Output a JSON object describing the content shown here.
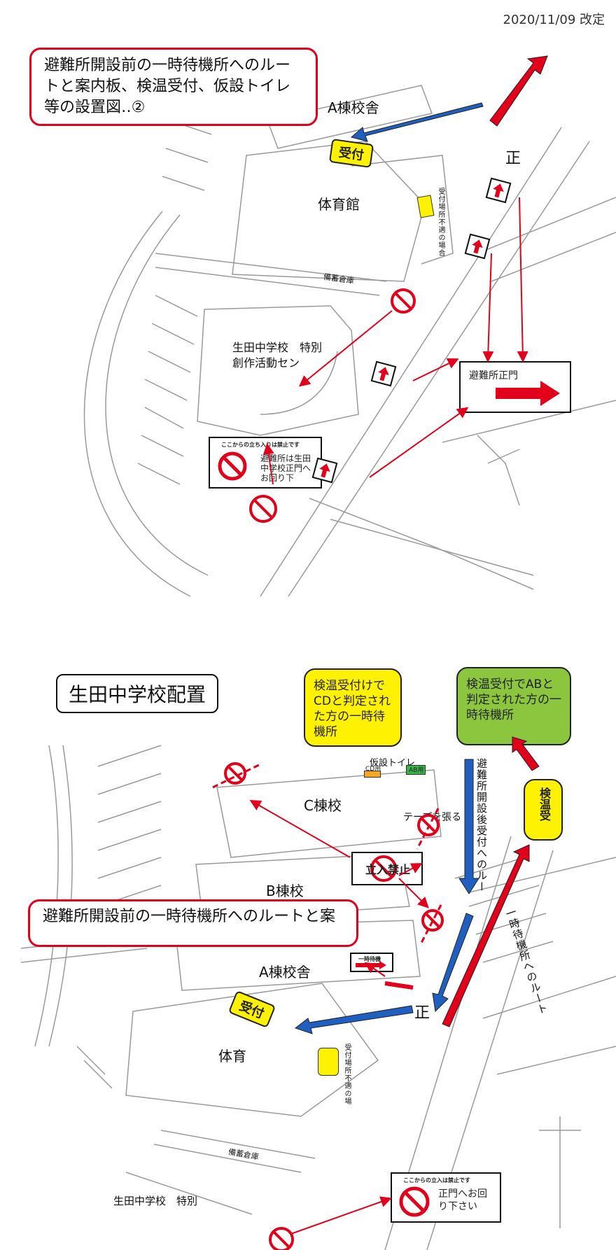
{
  "header": {
    "date": "2020/11/09 改定"
  },
  "map1": {
    "title": "避難所開設前の一時待機所へのルートと案内板、検温受付、仮設トイレ等の設置図‥②",
    "building_a": "A棟校舎",
    "gate": "正",
    "reception": "受付",
    "gym": "体育館",
    "alt_reception_note": "受付場所不適の場合",
    "storage": "備蓄倉庫",
    "school_building": "生田中学校　特別創作活動セン",
    "shelter_gate_sign": "避難所正門",
    "no_entry_header": "ここからの立ち入りは禁止です",
    "no_entry_text": "避難所は生田中学校正門へお回り下"
  },
  "map2": {
    "title": "生田中学校配置",
    "route_title": "避難所開設前の一時待機所へのルートと案",
    "yellow_note": "検温受付けでCDと判定された方の一時待機所",
    "green_note": "検温受付でABと判定された方の一時待機所",
    "temp_toilet": "仮設トイレ",
    "cd_use": "CD用",
    "ab_use": "AB用",
    "building_c": "C棟校",
    "tape_note": "テープを張る",
    "no_entry": "立入禁止",
    "building_b": "B棟校",
    "building_a": "A棟校舎",
    "temp_wait_sign": "一時待機",
    "vertical_route": "避難所開設後受付へのルー",
    "temp_route": "一時待機所へのルート",
    "temp_check": "検温受",
    "gate": "正",
    "reception": "受付",
    "gym": "体育",
    "alt_reception_note": "受付場所不適の場",
    "storage": "備蓄倉庫",
    "school_building": "生田中学校　特別",
    "no_entry_header": "ここからの立入は禁止です",
    "no_entry_text": "正門へお回り下さい"
  }
}
